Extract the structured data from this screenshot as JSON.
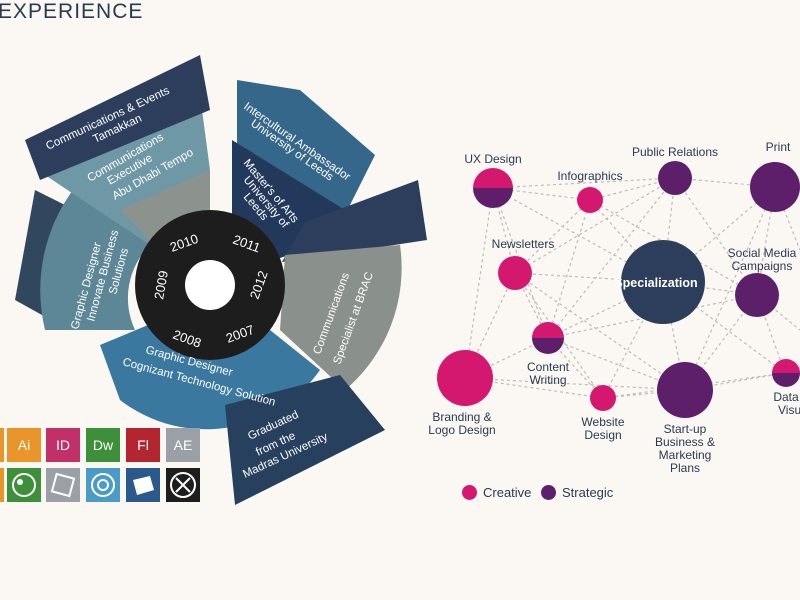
{
  "title": "EXPERIENCE",
  "timeline": {
    "years": [
      "2010",
      "2011",
      "2012",
      "2007",
      "2008",
      "2009"
    ],
    "segments": [
      {
        "lines": [
          "Communications & Events",
          "Tamakkan"
        ],
        "color": "#2c3e5c"
      },
      {
        "lines": [
          "Communications",
          "Executive",
          "Abu Dhabi Tempo"
        ],
        "color": "#6f98a7"
      },
      {
        "lines": [
          "Graphic Designer",
          "Innovate Business",
          "Solutions"
        ],
        "color": "#5d8797"
      },
      {
        "lines": [
          "Intercultural Ambassador",
          "University of Leeds"
        ],
        "color": "#34678a"
      },
      {
        "lines": [
          "Master's of Arts",
          "University of",
          "Leeds"
        ],
        "color": "#22395b"
      },
      {
        "lines": [
          "Communications",
          "Specialist at BRAC"
        ],
        "color": "#8a918c"
      },
      {
        "lines": [
          "Graphic Designer",
          "Cognizant Technology Solution"
        ],
        "color": "#3a78a0"
      },
      {
        "lines": [
          "Graduated",
          "from the",
          "Madras University"
        ],
        "color": "#27405e"
      }
    ]
  },
  "software_icons": [
    {
      "name": "ai-icon",
      "label": "Ai",
      "color": "#e8962a"
    },
    {
      "name": "id-icon",
      "label": "ID",
      "color": "#c2306a"
    },
    {
      "name": "dw-icon",
      "label": "Dw",
      "color": "#3d8f3a"
    },
    {
      "name": "fl-icon",
      "label": "Fl",
      "color": "#b3262f"
    },
    {
      "name": "ae-icon",
      "label": "AE",
      "color": "#9aa0a6"
    }
  ],
  "network": {
    "center": "Specialization",
    "nodes": [
      {
        "label": "UX Design",
        "type": "mixed"
      },
      {
        "label": "Infographics",
        "type": "creative"
      },
      {
        "label": "Public Relations",
        "type": "strategic"
      },
      {
        "label": "Print",
        "type": "strategic"
      },
      {
        "label": "Newsletters",
        "type": "creative"
      },
      {
        "label": "Social Media Campaigns",
        "type": "strategic"
      },
      {
        "label": "Content Writing",
        "type": "mixed"
      },
      {
        "label": "Branding & Logo Design",
        "type": "creative"
      },
      {
        "label": "Website Design",
        "type": "creative"
      },
      {
        "label": "Start-up Business & Marketing Plans",
        "type": "strategic"
      },
      {
        "label": "Data Visualiza",
        "type": "mixed"
      }
    ],
    "label_lines": {
      "ux": "UX Design",
      "info": "Infographics",
      "pr": "Public Relations",
      "print": "Print",
      "news": "Newsletters",
      "social1": "Social Media",
      "social2": "Campaigns",
      "content1": "Content",
      "content2": "Writing",
      "brand1": "Branding &",
      "brand2": "Logo Design",
      "web1": "Website",
      "web2": "Design",
      "startup1": "Start-up",
      "startup2": "Business &",
      "startup3": "Marketing",
      "startup4": "Plans",
      "data1": "Data",
      "data2": "Visualiza"
    }
  },
  "legend": {
    "creative": {
      "label": "Creative",
      "color": "#d4186f"
    },
    "strategic": {
      "label": "Strategic",
      "color": "#5e1f6a"
    }
  },
  "colors": {
    "creative": "#d4186f",
    "strategic": "#5e1f6a",
    "center": "#2c3e5c",
    "hub": "#1d1d1d"
  }
}
